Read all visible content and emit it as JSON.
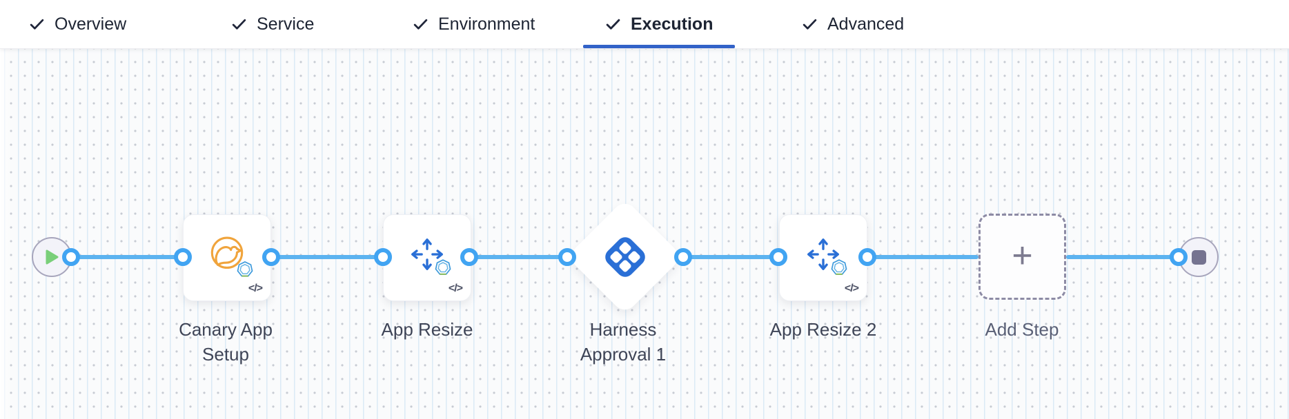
{
  "tab_bar": {
    "tabs": [
      {
        "label": "Overview",
        "checked": true
      },
      {
        "label": "Service",
        "checked": true
      },
      {
        "label": "Environment",
        "checked": true
      },
      {
        "label": "Execution",
        "checked": true
      },
      {
        "label": "Advanced",
        "checked": true
      }
    ],
    "active_tab": "Execution"
  },
  "pipeline": {
    "start_node": {
      "icon": "play"
    },
    "end_node": {
      "icon": "stop"
    },
    "steps": [
      {
        "label": "Canary App Setup",
        "icon": "canary-bird",
        "code_badge": "</>"
      },
      {
        "label": "App Resize",
        "icon": "resize-arrows",
        "code_badge": "</>"
      },
      {
        "label": "Harness Approval 1",
        "icon": "harness-approval"
      },
      {
        "label": "App Resize 2",
        "icon": "resize-arrows",
        "code_badge": "</>"
      }
    ],
    "add_step": {
      "label": "Add Step",
      "plus_glyph": "+"
    }
  },
  "colors": {
    "connector_line": "#5cb3f0",
    "connector_dot_border": "#41a4f2",
    "active_tab_underline": "#3262c8",
    "canary_icon_orange": "#f0a43c",
    "step_icon_blue": "#2a6fd6",
    "node_label_text": "#3f4557",
    "start_play_green": "#79cf79",
    "end_stop_gray": "#757390",
    "tab_text": "#1d2433"
  }
}
